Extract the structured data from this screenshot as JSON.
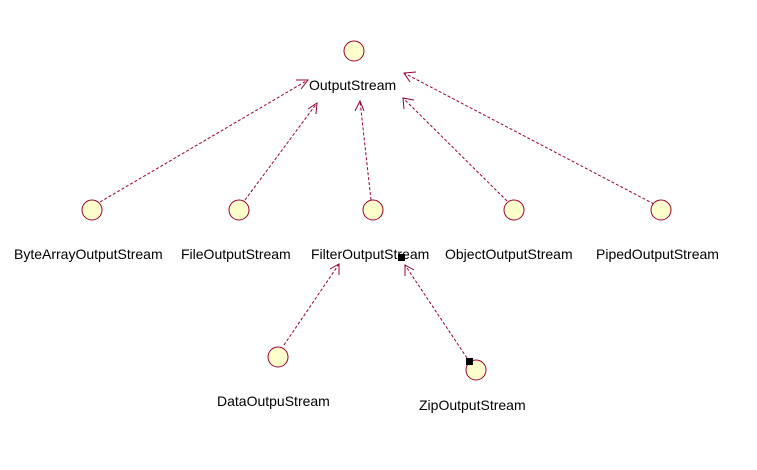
{
  "diagram": {
    "colors": {
      "interface_fill": "#ffffcc",
      "line": "#990033",
      "text": "#000000",
      "background": "#ffffff"
    },
    "nodes": {
      "output_stream": "OutputStream",
      "byte_array_output_stream": "ByteArrayOutputStream",
      "file_output_stream": "FileOutputStream",
      "filter_output_stream": "FilterOutputStream",
      "object_output_stream": "ObjectOutputStream",
      "piped_output_stream": "PipedOutputStream",
      "data_outpu_stream": "DataOutpuStream",
      "zip_output_stream": "ZipOutputStream"
    },
    "relationships": [
      {
        "from": "ByteArrayOutputStream",
        "to": "OutputStream",
        "kind": "realization"
      },
      {
        "from": "FileOutputStream",
        "to": "OutputStream",
        "kind": "realization"
      },
      {
        "from": "FilterOutputStream",
        "to": "OutputStream",
        "kind": "realization"
      },
      {
        "from": "ObjectOutputStream",
        "to": "OutputStream",
        "kind": "realization"
      },
      {
        "from": "PipedOutputStream",
        "to": "OutputStream",
        "kind": "realization"
      },
      {
        "from": "DataOutpuStream",
        "to": "FilterOutputStream",
        "kind": "realization"
      },
      {
        "from": "ZipOutputStream",
        "to": "FilterOutputStream",
        "kind": "realization"
      }
    ]
  }
}
